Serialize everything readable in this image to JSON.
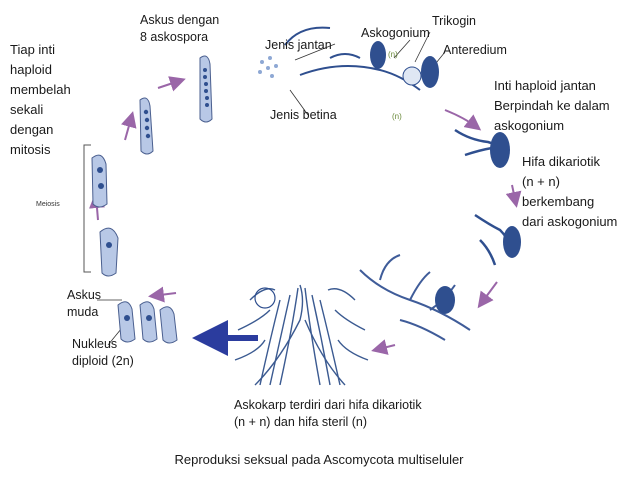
{
  "title": "Reproduksi seksual pada Ascomycota multiseluler",
  "labels": {
    "askus_8": [
      "Askus dengan",
      "8 askospora"
    ],
    "jenis_jantan": "Jenis jantan",
    "jenis_betina": "Jenis betina",
    "askogonium": "Askogonium",
    "trikogin": "Trikogin",
    "anteredium": "Anteredium",
    "tiap_inti": [
      "Tiap inti",
      "haploid",
      "membelah",
      "sekali",
      "dengan",
      "mitosis"
    ],
    "inti_haploid": [
      "Inti haploid jantan",
      "Berpindah ke dalam",
      "askogonium"
    ],
    "hifa_dikariotik": [
      "Hifa dikariotik",
      "(n + n)",
      "berkembang",
      "dari askogonium"
    ],
    "meiosis": "Meiosis",
    "askus_muda": [
      "Askus",
      "muda"
    ],
    "nukleus": [
      "Nukleus",
      "diploid (2n)"
    ],
    "askokarp": [
      "Askokarp terdiri dari hifa dikariotik",
      "(n + n) dan hifa steril (n)"
    ],
    "n_marker": "(n)"
  },
  "colors": {
    "accent": "#2f4f8f",
    "light": "#8ea8d4",
    "arrow": "#9a66a8",
    "big_arrow": "#2b3c9e",
    "line": "#3a3a3a"
  }
}
